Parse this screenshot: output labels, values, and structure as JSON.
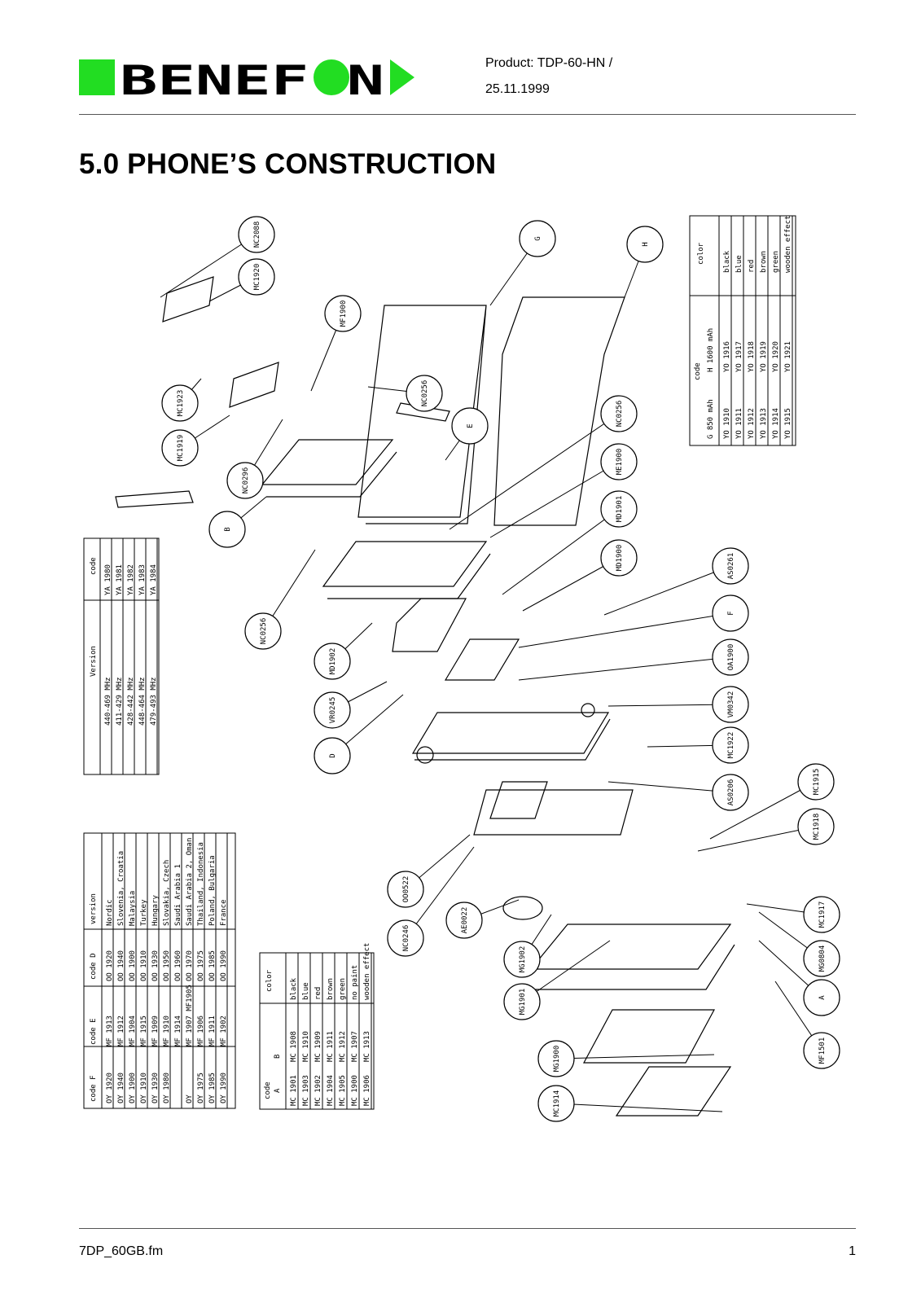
{
  "header": {
    "logo_text": "BENEFON",
    "product": "Product: TDP-60-HN  /",
    "date": "25.11.1999"
  },
  "title": "5.0 PHONE’S CONSTRUCTION",
  "footer": {
    "file": "7DP_60GB.fm",
    "page": "1"
  },
  "callouts": [
    "NC2088",
    "MC1920",
    "MF1900",
    "G",
    "H",
    "MC1923",
    "MC1919",
    "NC0296",
    "NC0256",
    "E",
    "NC0256",
    "ME1900",
    "B",
    "MD1901",
    "MD1900",
    "NC0256",
    "AS0261",
    "F",
    "MD1902",
    "OA1900",
    "VR0245",
    "VM0342",
    "D",
    "MC1922",
    "AS0206",
    "MC1915",
    "MC1918",
    "OO0522",
    "AE0022",
    "MC1917",
    "NC0246",
    "MG1902",
    "MG0804",
    "MG1901",
    "A",
    "MF1501",
    "MG1900",
    "MC1914"
  ],
  "table_antenna": {
    "headers": [
      "Version",
      "code"
    ],
    "rows": [
      [
        "440-469 MHz",
        "YA 1980"
      ],
      [
        "411-429 MHz",
        "YA 1981"
      ],
      [
        "428-442 MHz",
        "YA 1982"
      ],
      [
        "448-464 MHz",
        "YA 1983"
      ],
      [
        "479-493 MHz",
        "YA 1984"
      ]
    ]
  },
  "table_battery": {
    "group_header": "code",
    "headers": [
      "G  850 mAh",
      "H  1600 mAh",
      "color"
    ],
    "rows": [
      [
        "YO 1910",
        "YO 1916",
        "black"
      ],
      [
        "YO 1911",
        "YO 1917",
        "blue"
      ],
      [
        "YO 1912",
        "YO 1918",
        "red"
      ],
      [
        "YO 1913",
        "YO 1919",
        "brown"
      ],
      [
        "YO 1914",
        "YO 1920",
        "green"
      ],
      [
        "YO 1915",
        "YO 1921",
        "wooden effect"
      ]
    ]
  },
  "table_version": {
    "headers": [
      "code F",
      "code E",
      "code D",
      "version"
    ],
    "rows": [
      [
        "OY 1920",
        "MF 1913",
        "OO 1920",
        "Nordic"
      ],
      [
        "OY 1940",
        "MF 1912",
        "OO 1940",
        "Slovenia, Croatia"
      ],
      [
        "OY 1900",
        "MF 1904",
        "OO 1900",
        "Malaysia"
      ],
      [
        "OY 1910",
        "MF 1915",
        "OO 1910",
        "Turkey"
      ],
      [
        "OY 1930",
        "MF 1909",
        "OO 1930",
        "Hungary"
      ],
      [
        "OY 1980",
        "MF 1910",
        "OO 1950",
        "Slovakia, Czech"
      ],
      [
        "",
        "MF 1914",
        "OO 1960",
        "Saudi Arabia 1"
      ],
      [
        "OY",
        "MF 1907 MF1905",
        "OO 1970",
        "Saudi Arabia 2, Oman"
      ],
      [
        "OY 1975",
        "MF 1906",
        "OO 1975",
        "Thailand, Indonesia"
      ],
      [
        "OY 1985",
        "MF 1911",
        "OO 1985",
        "Poland, Bulgaria"
      ],
      [
        "OY 1990",
        "MF 1902",
        "OO 1990",
        "France"
      ]
    ]
  },
  "table_cover": {
    "group_header": "code",
    "headers": [
      "A",
      "B",
      "color"
    ],
    "rows": [
      [
        "MC 1901",
        "MC 1908",
        "black"
      ],
      [
        "MC 1903",
        "MC 1910",
        "blue"
      ],
      [
        "MC 1902",
        "MC 1909",
        "red"
      ],
      [
        "MC 1904",
        "MC 1911",
        "brown"
      ],
      [
        "MC 1905",
        "MC 1912",
        "green"
      ],
      [
        "MC 1900",
        "MC 1907",
        "no paint"
      ],
      [
        "MC 1906",
        "MC 1913",
        "wooden effect"
      ]
    ]
  },
  "colors": {
    "logo_green": "#22dd22",
    "line": "#000000"
  }
}
